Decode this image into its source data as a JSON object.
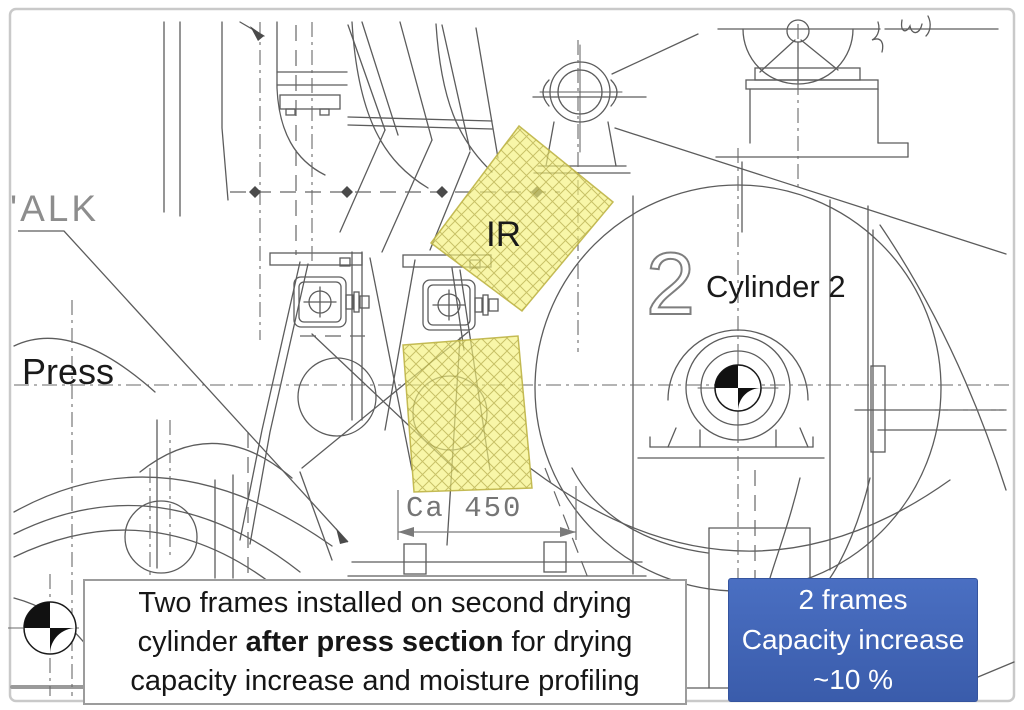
{
  "page": {
    "bg": "#ffffff",
    "border_color": "#c9c9c9"
  },
  "drawing": {
    "line_color": "#5c5c5c",
    "highlight_color": "#f2ef7f",
    "labels": {
      "walk": "'ALK",
      "press": "Press",
      "ir": "IR",
      "cylinder": "Cylinder 2",
      "cylinder_number": "2",
      "dimension": "Ca 450"
    }
  },
  "caption": {
    "line1": "Two frames installed on second drying",
    "line2_pre": "cylinder ",
    "line2_bold": "after press section",
    "line2_post": " for drying",
    "line3": "capacity increase and moisture profiling"
  },
  "callout": {
    "line1": "2 frames",
    "line2": "Capacity increase",
    "line3": "~10 %",
    "bg_color": "#3d63b3",
    "text_color": "#ffffff"
  }
}
